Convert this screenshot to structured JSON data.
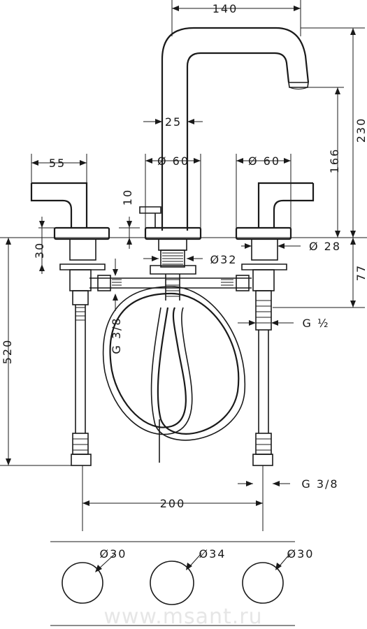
{
  "dimensions": {
    "spout_reach": "140",
    "spout_width": "25",
    "handle_length": "55",
    "left_rosette_dia": "Ø 60",
    "right_rosette_dia": "Ø 60",
    "handle_rosette_height": "30",
    "pop_up_rod_height": "10",
    "total_height": "230",
    "outlet_height": "166",
    "shank_dia_handle": "Ø 28",
    "shank_dia_spout": "Ø32",
    "max_deck_thickness": "77",
    "connector_thread_left": "G 3/8",
    "connector_thread_right": "G ½",
    "hose_length": "520",
    "supply_thread": "G 3/8",
    "center_distance": "200",
    "hole_left": "Ø30",
    "hole_center": "Ø34",
    "hole_right": "Ø30"
  },
  "watermark": "www.msant.ru"
}
